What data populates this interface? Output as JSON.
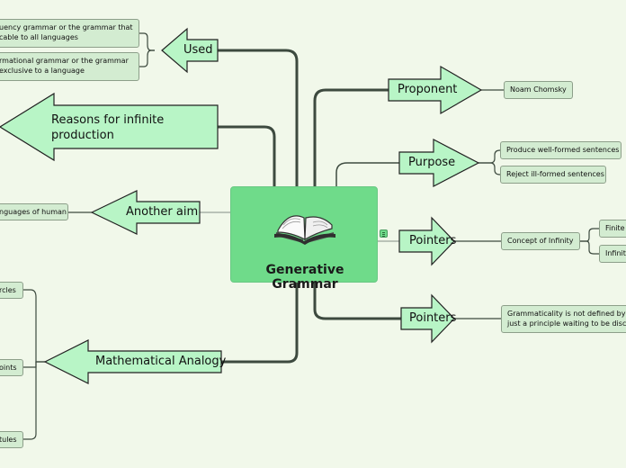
{
  "central": {
    "title": "Generative Grammar",
    "icon": "open-book-icon"
  },
  "branches": {
    "used": {
      "label": "Used",
      "children": [
        "uency grammar or the grammar that\ncable to all languages",
        "rmational grammar or the grammar\nexclusive to a language"
      ]
    },
    "reasons": {
      "label": "Reasons for infinite\nproduction"
    },
    "another_aim": {
      "label": "Another aim",
      "children": [
        "nguages of human"
      ]
    },
    "math": {
      "label": "Mathematical Analogy",
      "children": [
        "rcles",
        "oints",
        "tules"
      ]
    },
    "proponent": {
      "label": "Proponent",
      "children": [
        "Noam Chomsky"
      ]
    },
    "purpose": {
      "label": "Purpose",
      "children": [
        "Produce well-formed sentences",
        "Reject ill-formed sentences"
      ]
    },
    "pointers1": {
      "label": "Pointers",
      "children": [
        "Concept of Infinity"
      ],
      "grandchildren": [
        "Finite",
        "Infinit"
      ]
    },
    "pointers2": {
      "label": "Pointers",
      "children": [
        "Grammaticality is not defined by pe\njust a principle waiting to be discov"
      ]
    }
  },
  "colors": {
    "background": "#f1f8ea",
    "center": "#6fdb8a",
    "arrow_fill": "#b8f5c6",
    "leaf_fill": "#d3ecd1",
    "connector_dark": "#3d4a3f",
    "connector_light": "#9aa39a"
  }
}
